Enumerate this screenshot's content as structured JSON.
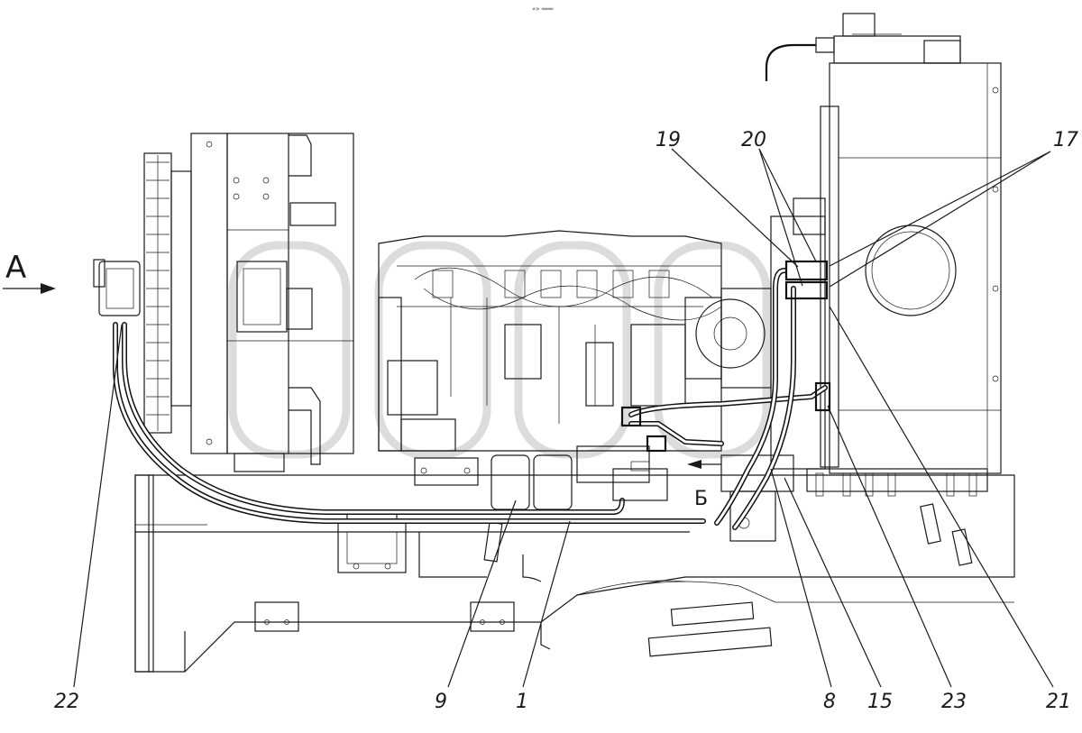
{
  "view": {
    "view_letter": "А",
    "section_letter": "Б",
    "top_mark": "«» ═══"
  },
  "callouts": [
    {
      "id": "c22",
      "text": "22"
    },
    {
      "id": "c9",
      "text": "9"
    },
    {
      "id": "c1",
      "text": "1"
    },
    {
      "id": "c8",
      "text": "8"
    },
    {
      "id": "c15",
      "text": "15"
    },
    {
      "id": "c23",
      "text": "23"
    },
    {
      "id": "c21",
      "text": "21"
    },
    {
      "id": "c19",
      "text": "19"
    },
    {
      "id": "c20",
      "text": "20"
    },
    {
      "id": "c17",
      "text": "17"
    }
  ]
}
